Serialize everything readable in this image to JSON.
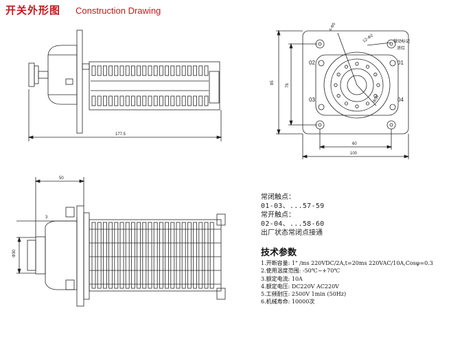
{
  "header": {
    "title_cn": "开关外形图",
    "title_en": "Construction Drawing"
  },
  "side_view": {
    "length_dim": "177.5"
  },
  "front_view": {
    "dim_height_outer": "85",
    "dim_height_inner": "76",
    "dim_width_inner": "60",
    "dim_width_outer": "100",
    "quadrants": [
      "02",
      "01",
      "03",
      "04"
    ],
    "hole_dim_a": "4-Φ5",
    "hole_dim_b": "12-Φ2",
    "dim_diag": "Φ50",
    "label_mark": "微动标记",
    "label_color": "涂红"
  },
  "bottom_view": {
    "dim_50": "50",
    "dim_3": "3",
    "dim_dia": "Φ30"
  },
  "contacts": {
    "nc_title": "常闭触点：",
    "nc_value": "01-03、...57-59",
    "no_title": "常开触点：",
    "no_value": "02-04、...58-60",
    "factory_note": "出厂状态常闭点接通"
  },
  "tech": {
    "title": "技术参数",
    "specs": [
      "1.开断容量: 1\" /ms  220VDC/2A,t=20ms 220VAC/10A,Cosφ=0.3",
      "2.使用温度范围: -50℃~+70℃",
      "3.额定电流: 10A",
      "4.额定电压: DC220V AC220V",
      "5.工频耐压: 2500V 1min (50Hz)",
      "6.机械寿命: 10000次"
    ]
  },
  "colors": {
    "title": "#c8161d",
    "line": "#222222"
  }
}
